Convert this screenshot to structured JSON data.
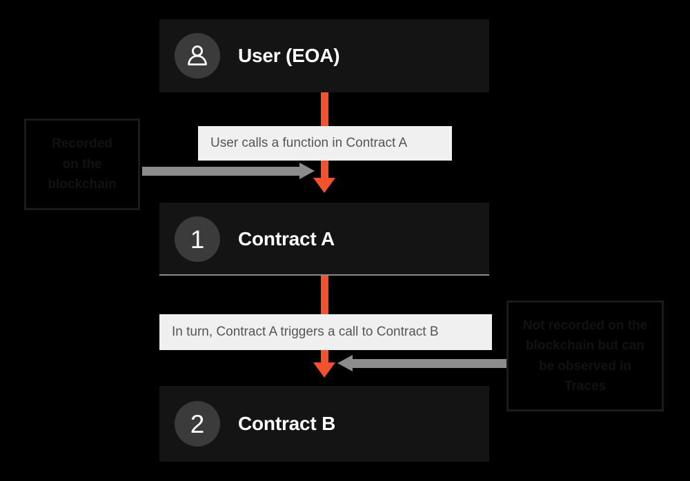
{
  "diagram": {
    "background_color": "#000000",
    "accent_color": "#f4512c",
    "gray_arrow_color": "#8c8c8c",
    "node_color": "#141414",
    "label_bg_color": "#f0f0f0",
    "nodes": [
      {
        "id": "user",
        "badge": "",
        "badge_icon": "person-icon",
        "title": "User (EOA)"
      },
      {
        "id": "contract-a",
        "badge": "1",
        "badge_icon": "",
        "title": "Contract A"
      },
      {
        "id": "contract-b",
        "badge": "2",
        "badge_icon": "",
        "title": "Contract B"
      }
    ],
    "flow_labels": [
      {
        "id": "step-1",
        "text": "User calls a function in Contract A"
      },
      {
        "id": "step-2",
        "text": "In turn, Contract A triggers a call to Contract B"
      }
    ],
    "annotations": {
      "left": {
        "lines": [
          "Recorded",
          "on the",
          "blockchain"
        ]
      },
      "right": {
        "lines": [
          "Not recorded on the",
          "blockchain but can",
          "be observed in",
          "Traces"
        ]
      }
    }
  }
}
